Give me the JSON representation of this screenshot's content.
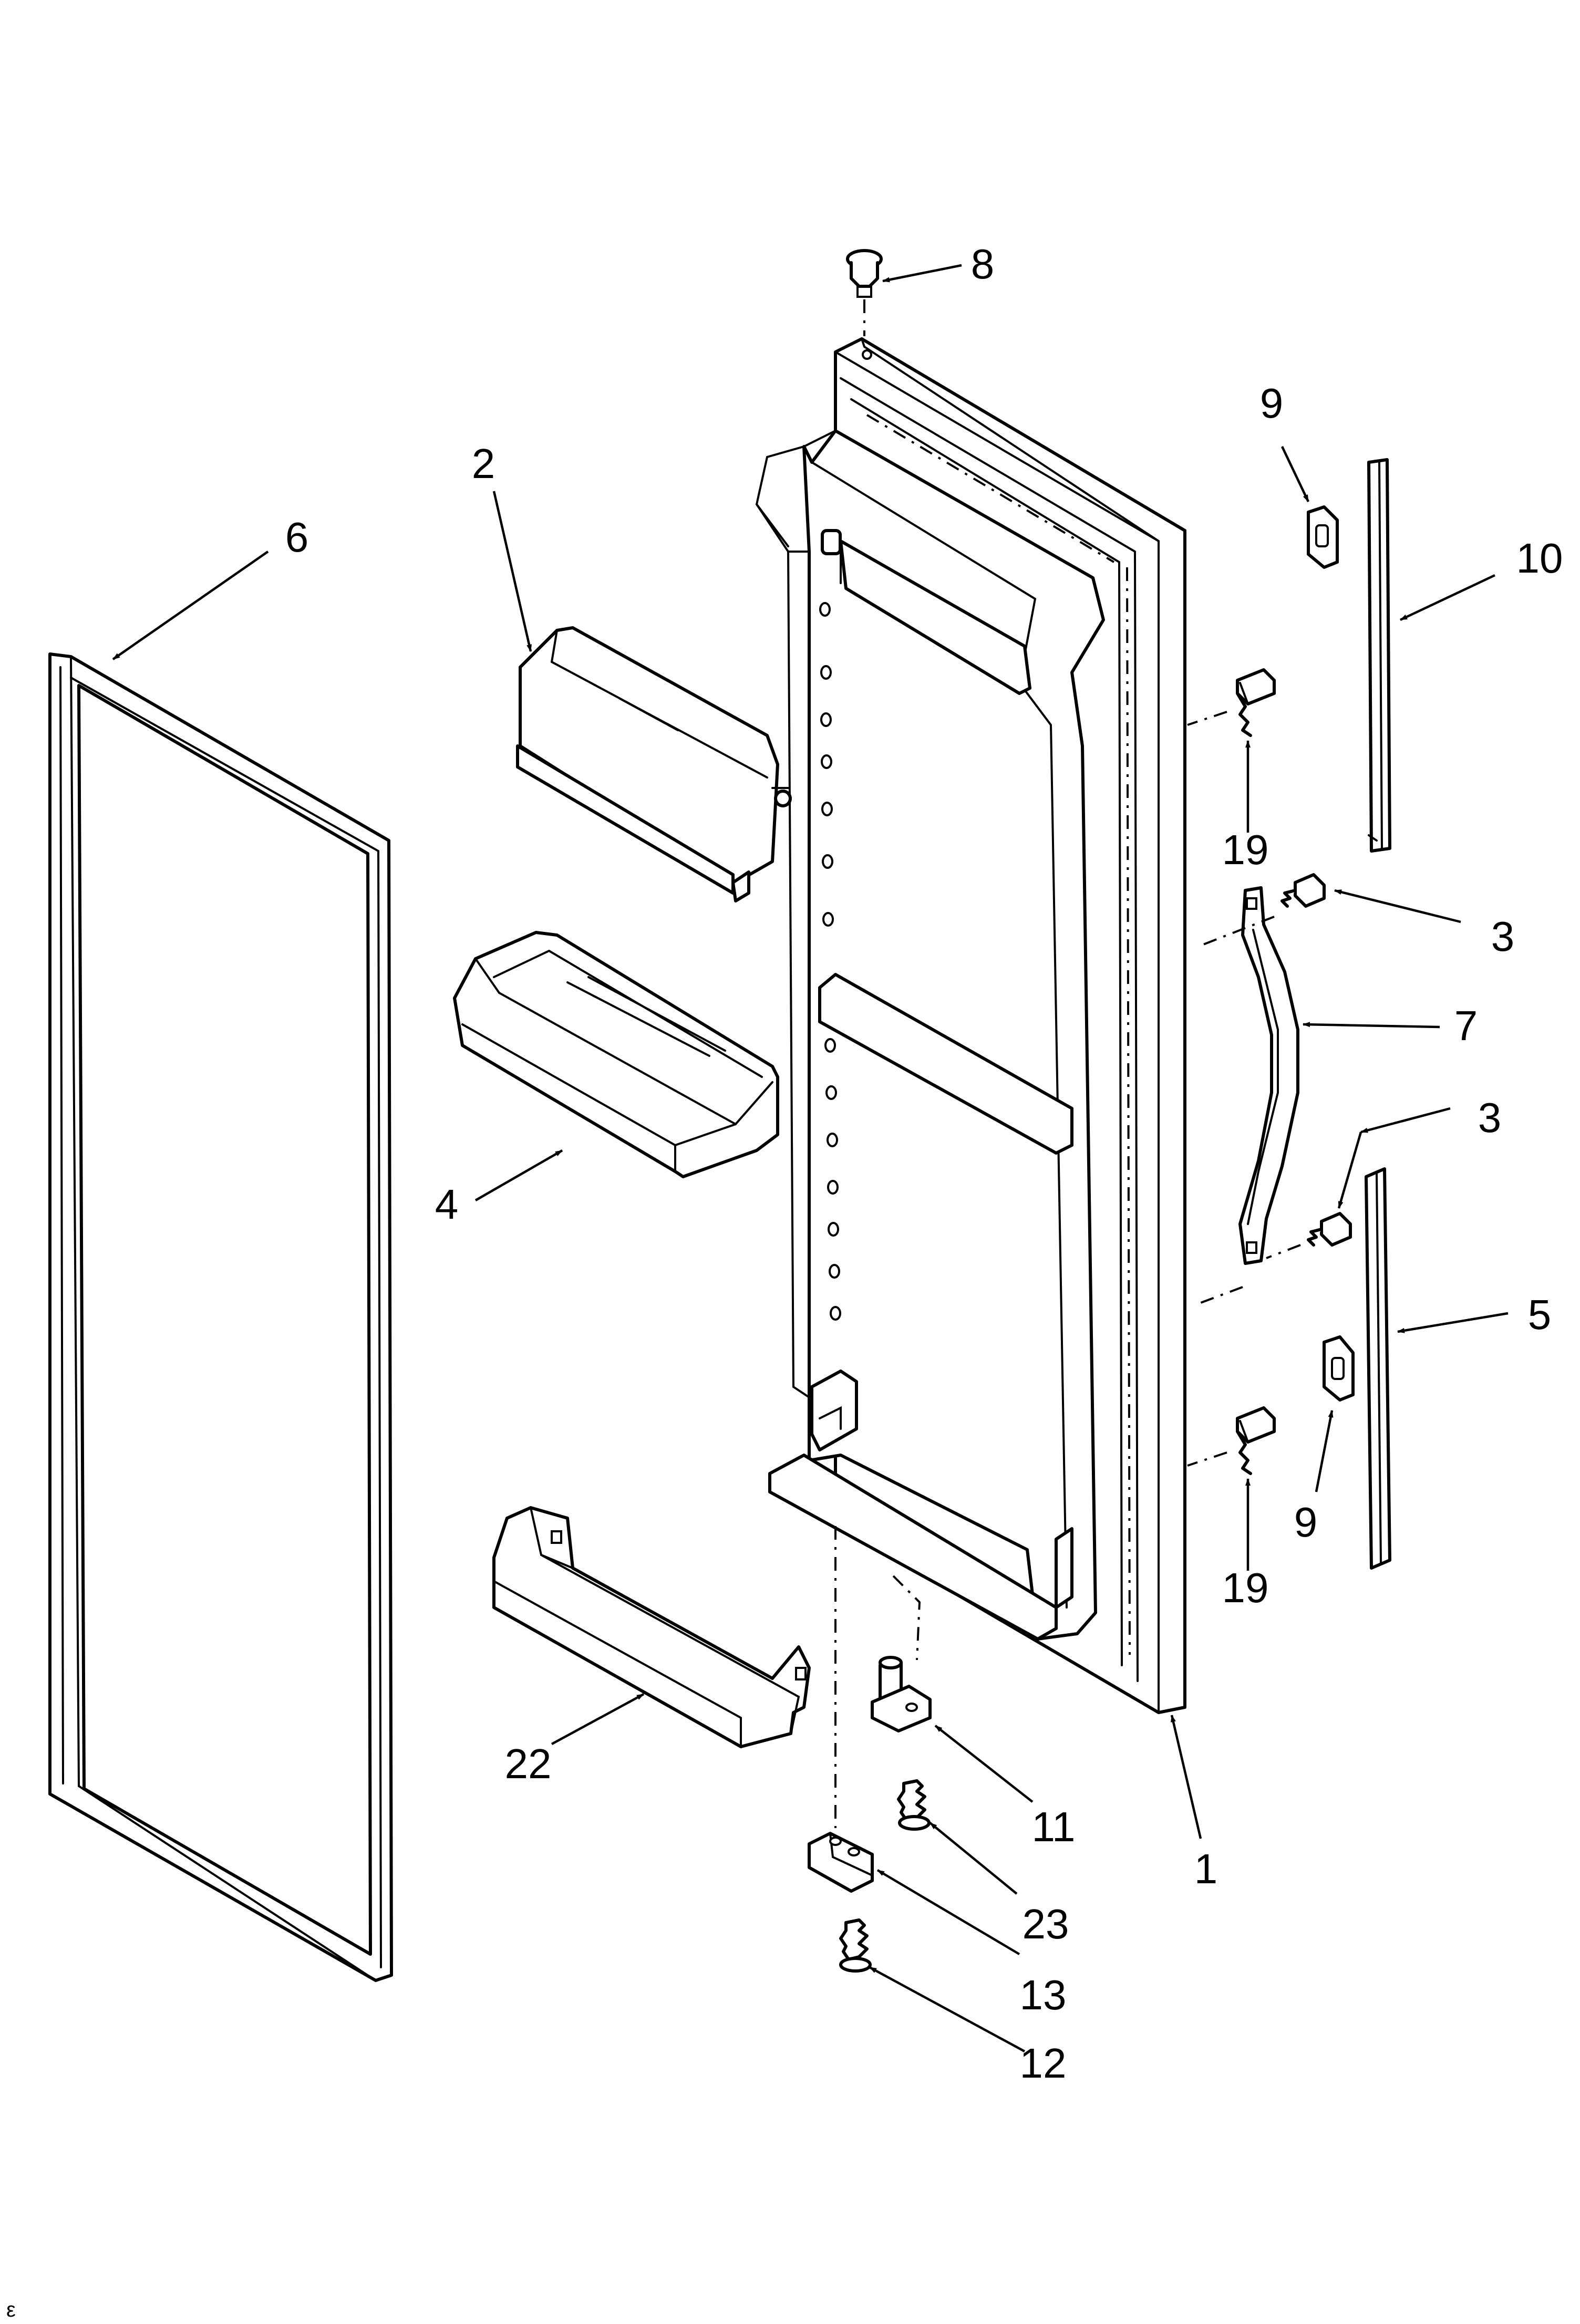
{
  "diagram": {
    "callouts": [
      "8",
      "2",
      "6",
      "9",
      "10",
      "19",
      "3",
      "7",
      "3",
      "4",
      "5",
      "9",
      "19",
      "22",
      "11",
      "1",
      "23",
      "13",
      "12"
    ],
    "corner_mark": "ε"
  }
}
